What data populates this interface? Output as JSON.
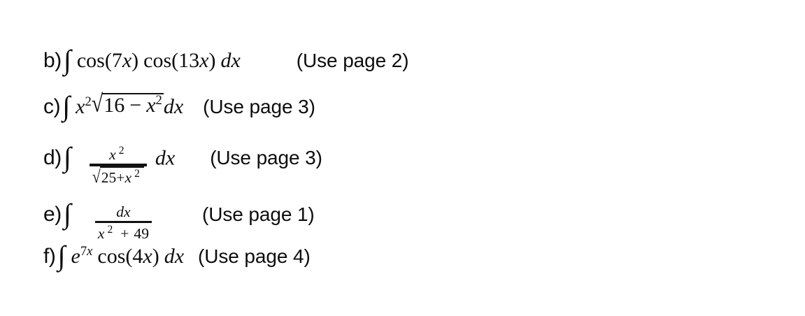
{
  "document": {
    "background_color": "#ffffff",
    "text_color": "#0d0d0d",
    "type": "math-worksheet-excerpt",
    "problems": [
      {
        "label": "b)",
        "integral_sign": "∫",
        "expression_plain": "∫ cos(7x) cos(13x) dx",
        "note": "(Use page 2)",
        "parts": {
          "cos1": "cos(",
          "coef1": "7",
          "var1": "x",
          "close1": ")",
          "cos2": "cos(",
          "coef2": "13",
          "var2": "x",
          "close2": ")",
          "differential_d": "d",
          "differential_x": "x"
        }
      },
      {
        "label": "c)",
        "integral_sign": "∫",
        "expression_plain": "∫ x²√(16 − x²) dx",
        "note": "(Use page 3)",
        "parts": {
          "var1": "x",
          "exp1": "2",
          "radical": "√",
          "radicand_num": "16",
          "minus": "−",
          "radicand_var": "x",
          "radicand_exp": "2",
          "differential_d": "d",
          "differential_x": "x"
        }
      },
      {
        "label": "d)",
        "integral_sign": "∫",
        "expression_plain": "∫ x²/√(25+x²) dx",
        "note": "(Use page 3)",
        "parts": {
          "numerator_var": "x",
          "numerator_exp": "2",
          "radical": "√",
          "den_num": "25",
          "den_plus": "+",
          "den_var": "x",
          "den_exp": "2",
          "differential_d": "d",
          "differential_x": "x"
        }
      },
      {
        "label": "e)",
        "integral_sign": "∫",
        "expression_plain": "∫ dx/(x² + 49)",
        "note": "(Use page 1)",
        "parts": {
          "numerator_d": "d",
          "numerator_x": "x",
          "den_var": "x",
          "den_exp": "2",
          "den_plus": "+",
          "den_num": "49"
        }
      },
      {
        "label": "f)",
        "integral_sign": "∫",
        "expression_plain": "∫ e^(7x) cos(4x) dx",
        "note": "(Use page 4)",
        "parts": {
          "base_e": "e",
          "exp_coef": "7",
          "exp_var": "x",
          "cos": "cos(",
          "coef": "4",
          "var": "x",
          "close": ")",
          "differential_d": "d",
          "differential_x": "x"
        }
      }
    ]
  }
}
